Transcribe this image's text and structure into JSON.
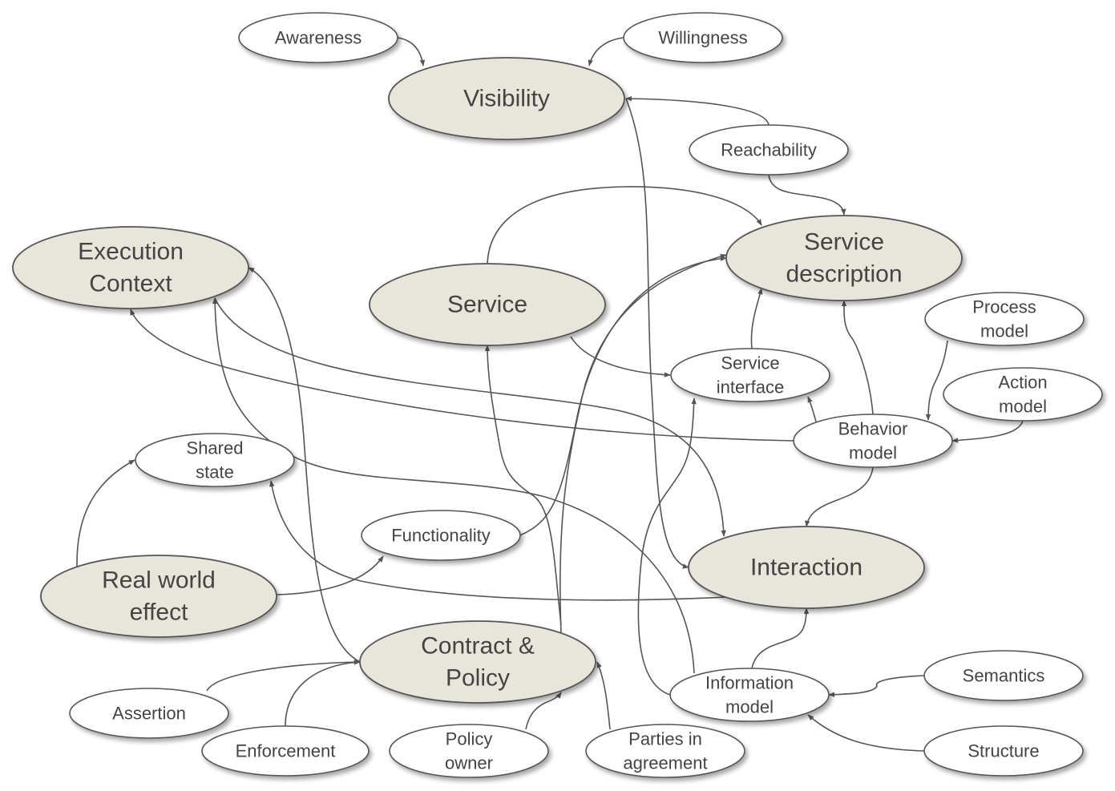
{
  "colors": {
    "major_fill": "#e8e6da",
    "minor_fill": "#ffffff",
    "stroke": "#555555",
    "text": "#444444"
  },
  "nodes": {
    "awareness": [
      "Awareness"
    ],
    "willingness": [
      "Willingness"
    ],
    "visibility": [
      "Visibility"
    ],
    "reachability": [
      "Reachability"
    ],
    "execution_context": [
      "Execution",
      "Context"
    ],
    "service": [
      "Service"
    ],
    "service_description": [
      "Service",
      "description"
    ],
    "process_model": [
      "Process",
      "model"
    ],
    "service_interface": [
      "Service",
      "interface"
    ],
    "action_model": [
      "Action",
      "model"
    ],
    "behavior_model": [
      "Behavior",
      "model"
    ],
    "shared_state": [
      "Shared",
      "state"
    ],
    "functionality": [
      "Functionality"
    ],
    "interaction": [
      "Interaction"
    ],
    "real_world_effect": [
      "Real world",
      "effect"
    ],
    "contract_policy": [
      "Contract &",
      "Policy"
    ],
    "information_model": [
      "Information",
      "model"
    ],
    "semantics": [
      "Semantics"
    ],
    "assertion": [
      "Assertion"
    ],
    "enforcement": [
      "Enforcement"
    ],
    "policy_owner": [
      "Policy",
      "owner"
    ],
    "parties_in_agreement": [
      "Parties in",
      "agreement"
    ],
    "structure": [
      "Structure"
    ]
  },
  "edges": [
    {
      "from": "awareness",
      "to": "visibility"
    },
    {
      "from": "willingness",
      "to": "visibility"
    },
    {
      "from": "reachability",
      "to": "visibility"
    },
    {
      "from": "reachability",
      "to": "service_description"
    },
    {
      "from": "service",
      "to": "service_description"
    },
    {
      "from": "service",
      "to": "service_interface"
    },
    {
      "from": "service_interface",
      "to": "service_description"
    },
    {
      "from": "behavior_model",
      "to": "service_description"
    },
    {
      "from": "behavior_model",
      "to": "service_interface"
    },
    {
      "from": "process_model",
      "to": "behavior_model"
    },
    {
      "from": "action_model",
      "to": "behavior_model"
    },
    {
      "from": "behavior_model",
      "to": "execution_context"
    },
    {
      "from": "behavior_model",
      "to": "interaction"
    },
    {
      "from": "execution_context",
      "to": "interaction"
    },
    {
      "from": "visibility",
      "to": "interaction"
    },
    {
      "from": "contract_policy",
      "to": "execution_context"
    },
    {
      "from": "information_model",
      "to": "execution_context"
    },
    {
      "from": "functionality",
      "to": "service_description"
    },
    {
      "from": "contract_policy",
      "to": "service_description"
    },
    {
      "from": "information_model",
      "to": "service_interface"
    },
    {
      "from": "parties_in_agreement",
      "to": "service"
    },
    {
      "from": "interaction",
      "to": "shared_state"
    },
    {
      "from": "real_world_effect",
      "to": "shared_state"
    },
    {
      "from": "real_world_effect",
      "to": "functionality"
    },
    {
      "from": "information_model",
      "to": "interaction"
    },
    {
      "from": "semantics",
      "to": "information_model"
    },
    {
      "from": "structure",
      "to": "information_model"
    },
    {
      "from": "assertion",
      "to": "contract_policy"
    },
    {
      "from": "enforcement",
      "to": "contract_policy"
    },
    {
      "from": "policy_owner",
      "to": "contract_policy"
    },
    {
      "from": "parties_in_agreement",
      "to": "contract_policy"
    }
  ]
}
